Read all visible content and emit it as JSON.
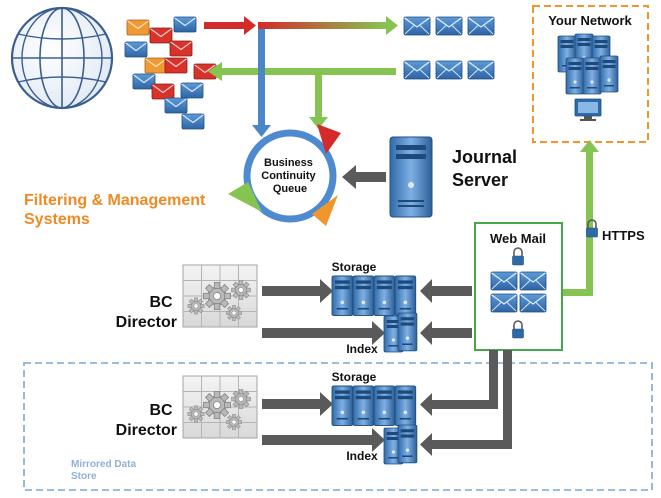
{
  "labels": {
    "your_network": "Your Network",
    "business_continuity_queue": [
      "Business",
      "Continuity",
      "Queue"
    ],
    "journal_server": [
      "Journal",
      "Server"
    ],
    "filtering_management": [
      "Filtering & Management",
      "Systems"
    ],
    "web_mail": "Web Mail",
    "https": "HTTPS",
    "bc_director_primary": [
      "BC",
      "Director"
    ],
    "bc_director_mirrored": [
      "BC",
      "Director"
    ],
    "storage_primary": "Storage",
    "index_primary": "Index",
    "storage_mirrored": "Storage",
    "index_mirrored": "Index",
    "mirrored_data_store": [
      "Mirrored Data",
      "Store"
    ]
  },
  "colors": {
    "network_border": "#f0962a",
    "mirror_border": "#7fa6cf",
    "webmail_border": "#47a84a",
    "filtering_text": "#f08a24",
    "mirror_text": "#8fb0d4",
    "arrow_red": "#d42a2a",
    "arrow_green": "#86c451",
    "arrow_blue": "#4a86c8",
    "arrow_gray": "#5a5a5a",
    "server_blue": "#4b86c6",
    "queue_blue": "#4d8ad0"
  }
}
